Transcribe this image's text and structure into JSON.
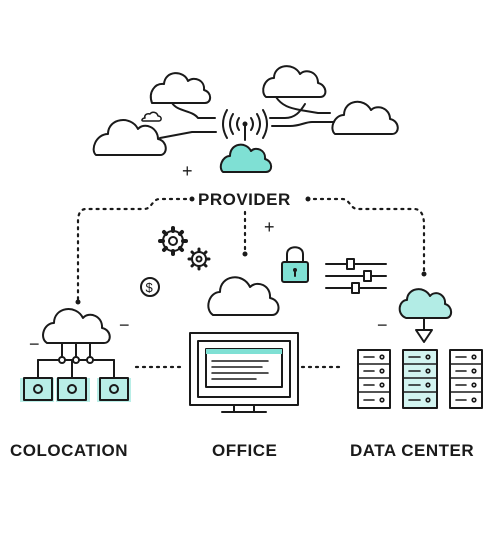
{
  "labels": {
    "provider": "PROVIDER",
    "colocation": "COLOCATION",
    "office": "OFFICE",
    "data_center": "DATA CENTER"
  },
  "symbols": {
    "dollar": "$",
    "plus": "+",
    "minus": "−"
  },
  "colors": {
    "line": "#1a1a1a",
    "accent": "#7fe0d4"
  }
}
